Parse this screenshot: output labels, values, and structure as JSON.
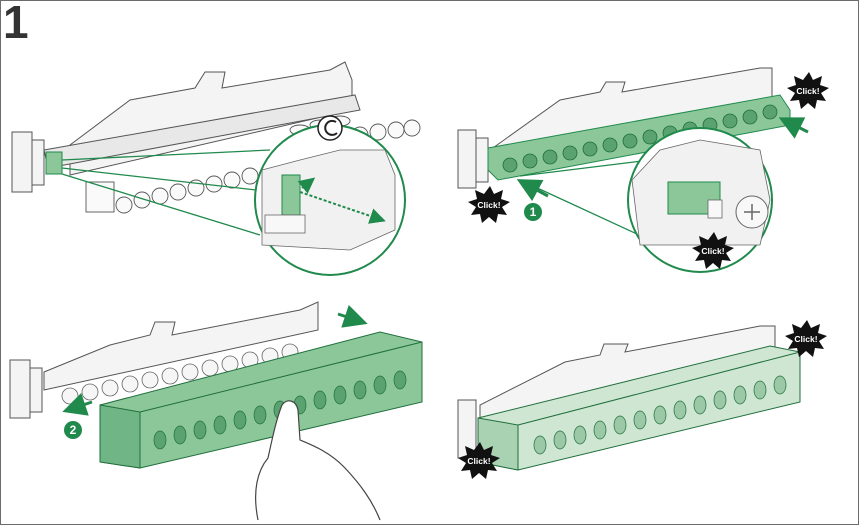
{
  "step": {
    "number": "1"
  },
  "callouts": {
    "click_label": "Click!",
    "marker_1": "1",
    "marker_2": "2"
  },
  "colors": {
    "accent_green": "#1f8a4c",
    "fill_green": "#8cc79a",
    "light_green": "#cfe6d2",
    "line_gray": "#555555",
    "burst_black": "#111111"
  },
  "icons": {
    "rotation_symbol": "rotate-icon",
    "insert_arrow": "arrow-icon",
    "hand": "hand-icon"
  }
}
